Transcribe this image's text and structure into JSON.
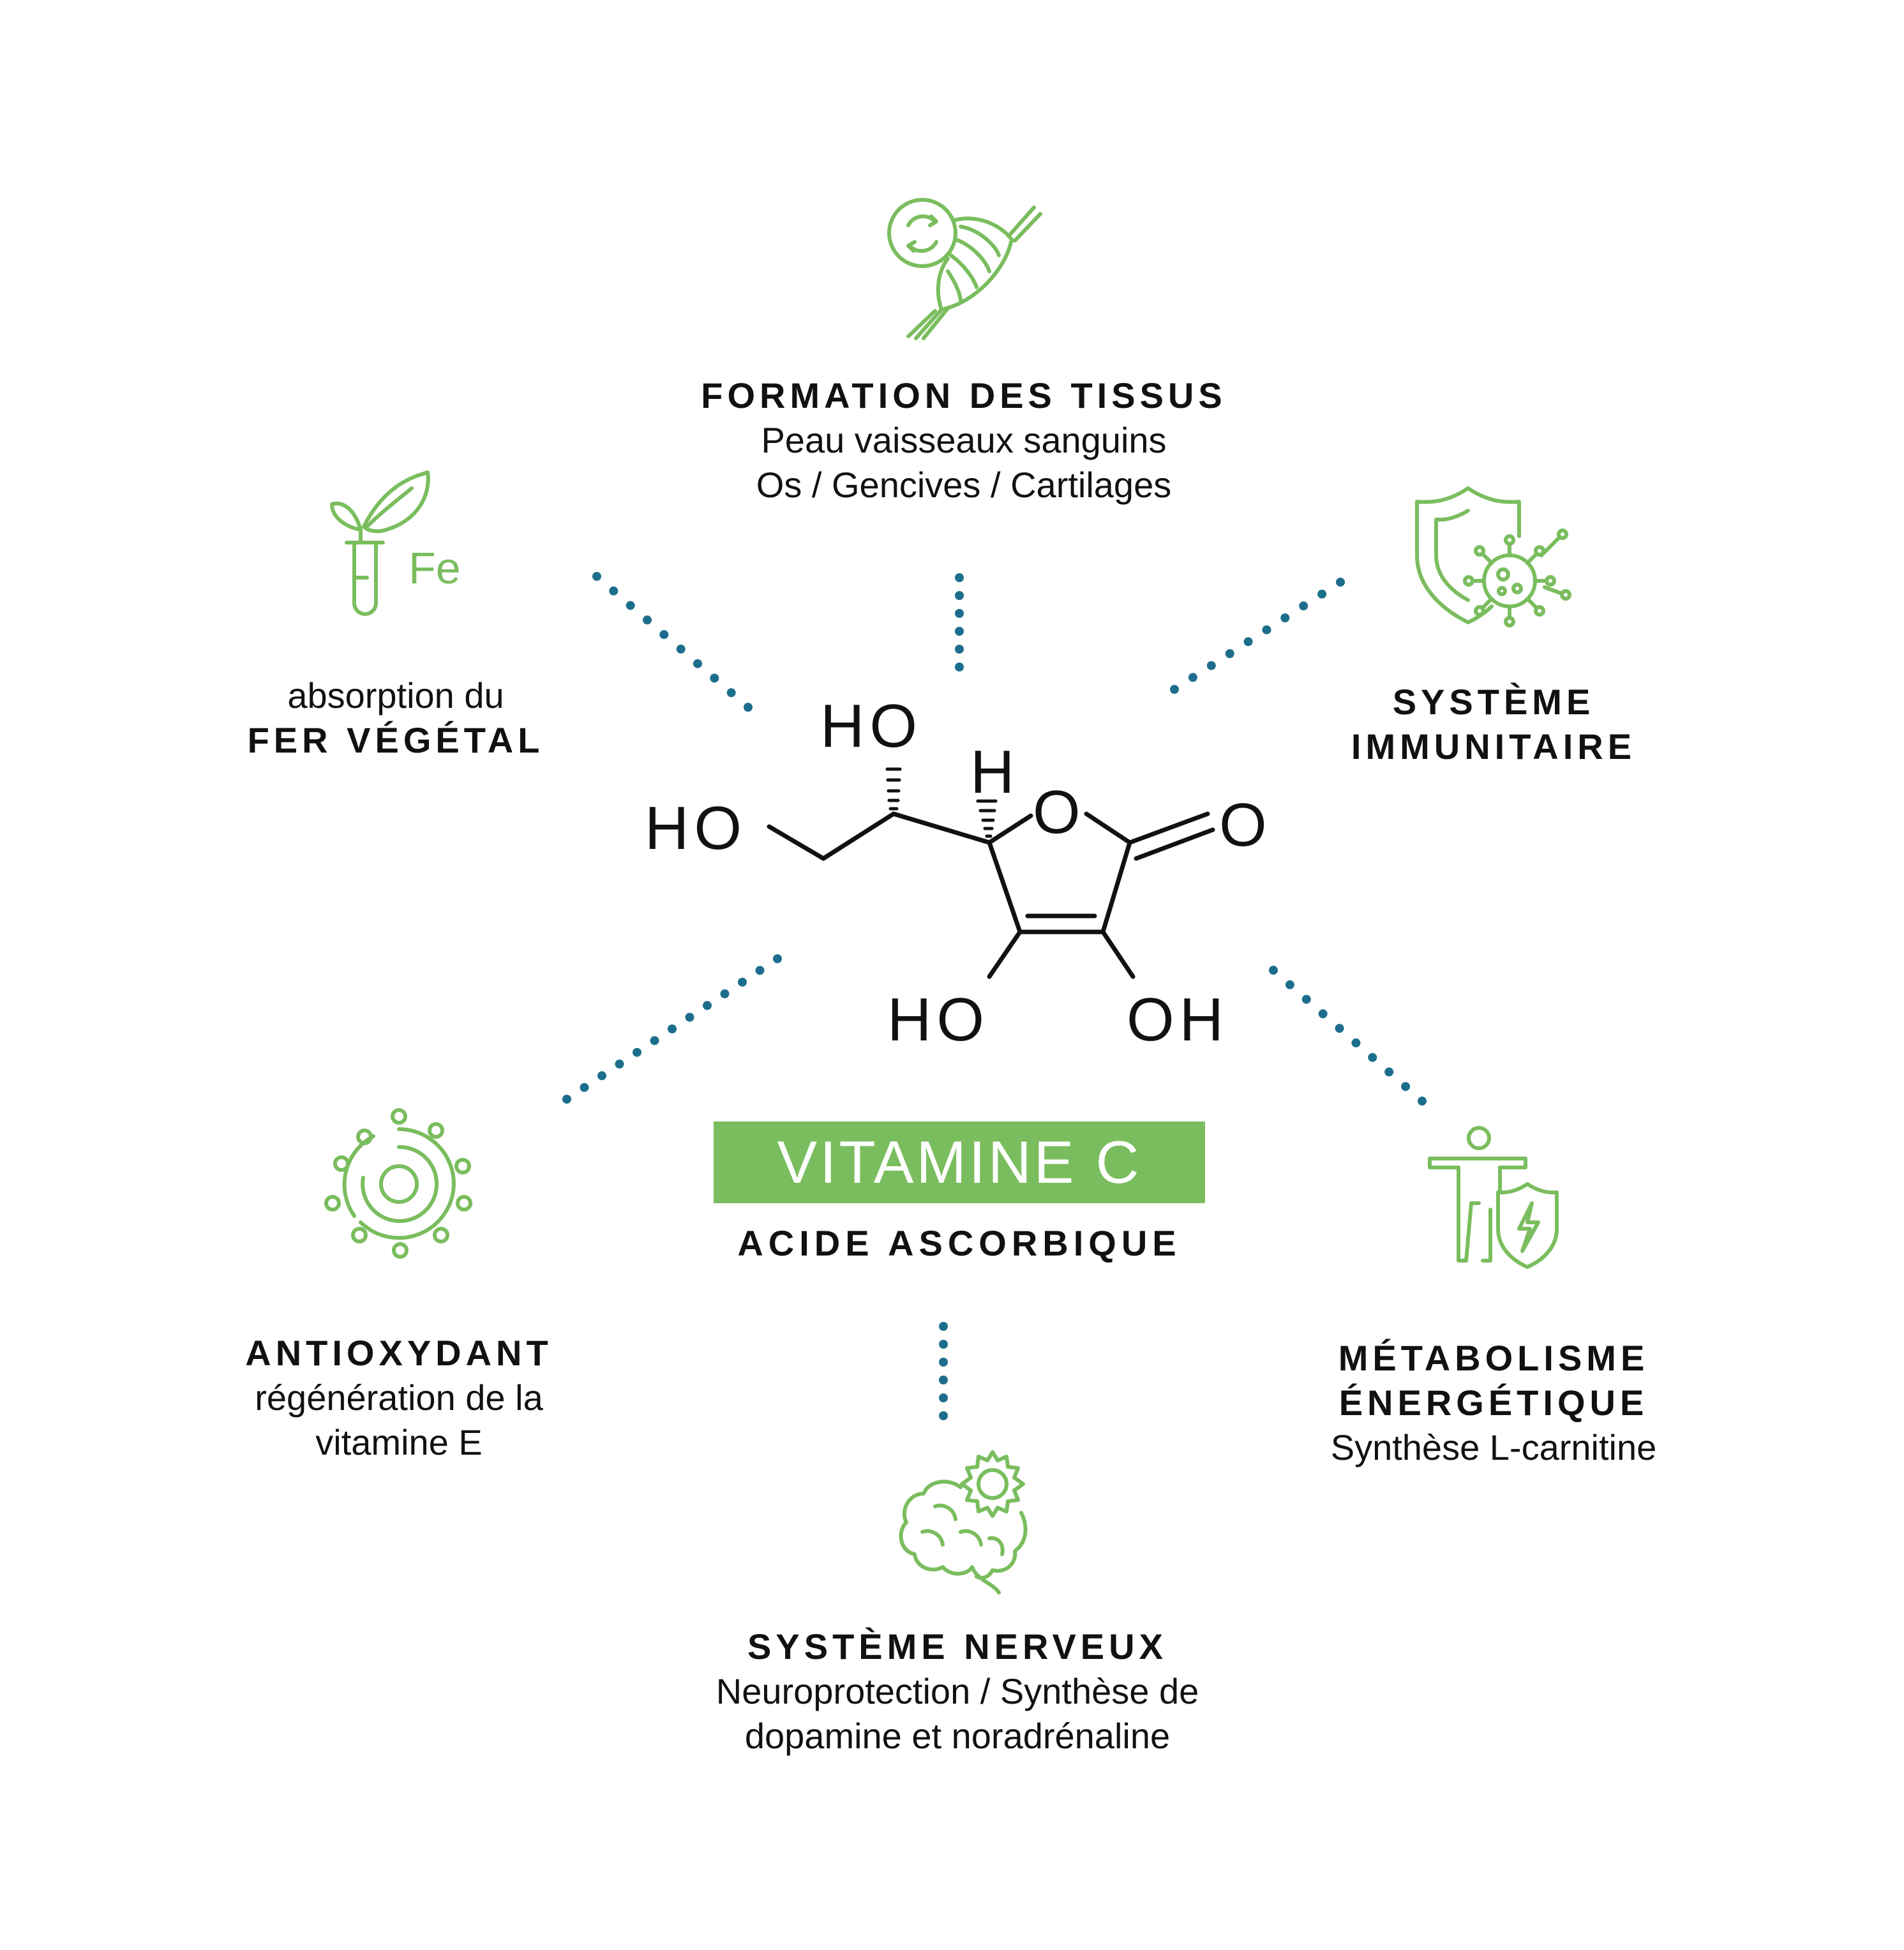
{
  "accent_green": "#7abd5e",
  "dot_blue": "#1d6e8c",
  "center": {
    "title": "VITAMINE C",
    "subtitle": "ACIDE ASCORBIQUE",
    "molecule_labels": {
      "ho_top": "HO",
      "h_top": "H",
      "ho_left": "HO",
      "o_ring": "O",
      "o_keto": "O",
      "ho_bottom": "HO",
      "oh_bottom": "OH"
    }
  },
  "benefits": {
    "tissue": {
      "icon": "muscle-fiber-icon",
      "heading": "FORMATION DES TISSUS",
      "lines": [
        "Peau vaisseaux sanguins",
        "Os / Gencives / Cartilages"
      ]
    },
    "iron": {
      "icon": "plant-tube-iron-icon",
      "icon_text": "Fe",
      "prefix": "absorption du",
      "heading": "FER VÉGÉTAL"
    },
    "immune": {
      "icon": "shield-virus-icon",
      "heading_lines": [
        "SYSTÈME",
        "IMMUNITAIRE"
      ]
    },
    "antioxidant": {
      "icon": "atom-ring-icon",
      "heading": "ANTIOXYDANT",
      "lines": [
        "régénération de la",
        "vitamine E"
      ]
    },
    "metabolism": {
      "icon": "person-shield-energy-icon",
      "heading_lines": [
        "MÉTABOLISME",
        "ÉNERGÉTIQUE"
      ],
      "lines": [
        "Synthèse L-carnitine"
      ]
    },
    "nervous": {
      "icon": "brain-gear-icon",
      "heading": "SYSTÈME NERVEUX",
      "lines": [
        "Neuroprotection / Synthèse de",
        "dopamine et noradrénaline"
      ]
    }
  }
}
